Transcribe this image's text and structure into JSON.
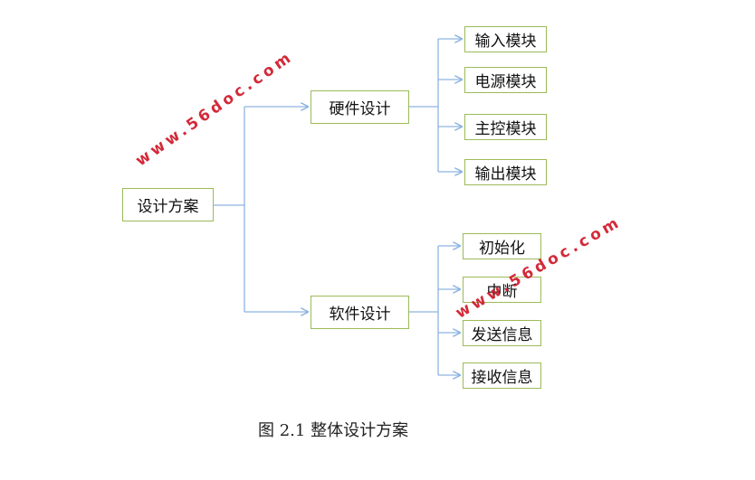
{
  "diagram": {
    "root": {
      "label": "设计方案"
    },
    "branches": [
      {
        "label": "硬件设计",
        "children": [
          "输入模块",
          "电源模块",
          "主控模块",
          "输出模块"
        ]
      },
      {
        "label": "软件设计",
        "children": [
          "初始化",
          "中断",
          "发送信息",
          "接收信息"
        ]
      }
    ],
    "line_color": "#8db3e2",
    "border_color": "#9bbb59"
  },
  "caption": "图 2.1 整体设计方案",
  "watermark": "www.56doc.com"
}
